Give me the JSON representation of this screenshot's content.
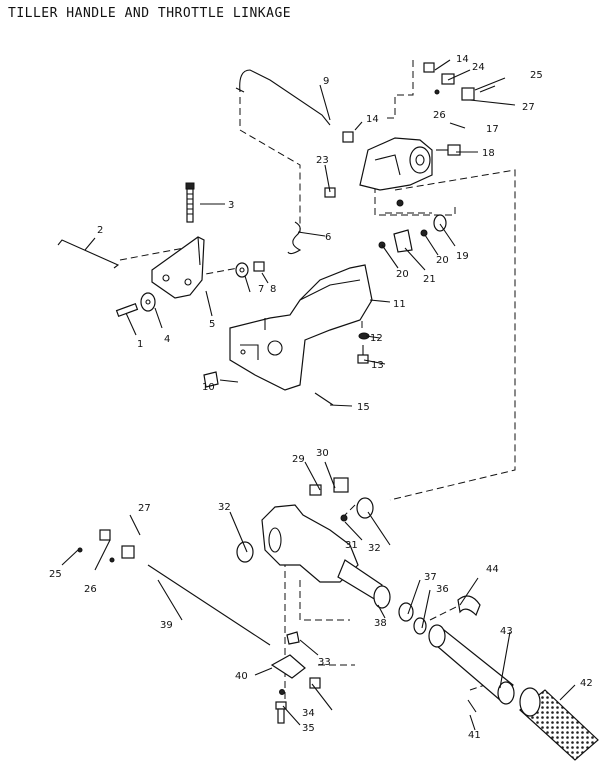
{
  "title": "TILLER HANDLE AND THROTTLE LINKAGE",
  "callouts": [
    "1",
    "2",
    "3",
    "4",
    "5",
    "6",
    "7",
    "8",
    "9",
    "10",
    "11",
    "12",
    "13",
    "14",
    "14",
    "15",
    "17",
    "18",
    "19",
    "20",
    "20",
    "21",
    "23",
    "24",
    "25",
    "26",
    "27",
    "25",
    "26",
    "27",
    "29",
    "30",
    "31",
    "32",
    "32",
    "33",
    "34",
    "35",
    "36",
    "37",
    "38",
    "39",
    "40",
    "41",
    "42",
    "43",
    "44"
  ]
}
